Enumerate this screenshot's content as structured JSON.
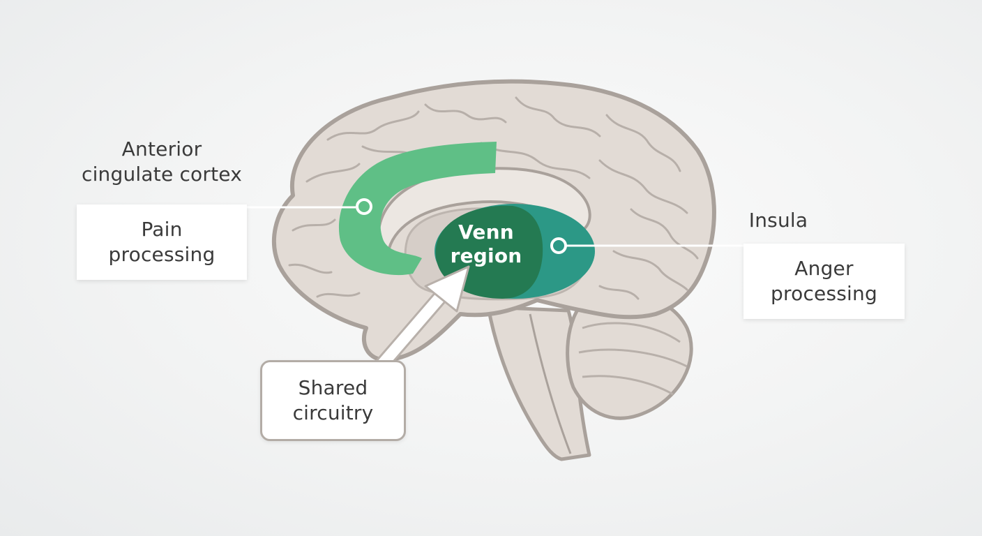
{
  "labels": {
    "acc_region": "Anterior\ncingulate cortex",
    "acc_function": "Pain\nprocessing",
    "insula_region": "Insula",
    "insula_function": "Anger\nprocessing",
    "overlap": "Venn\nregion",
    "shared": "Shared\ncircuitry"
  },
  "colors": {
    "brain_fill": "#e2dbd5",
    "brain_outline": "#a9a19b",
    "acc_green": "#5fbf86",
    "insula_teal": "#2c9886",
    "overlap_green": "#247a52",
    "connector": "#ffffff"
  }
}
